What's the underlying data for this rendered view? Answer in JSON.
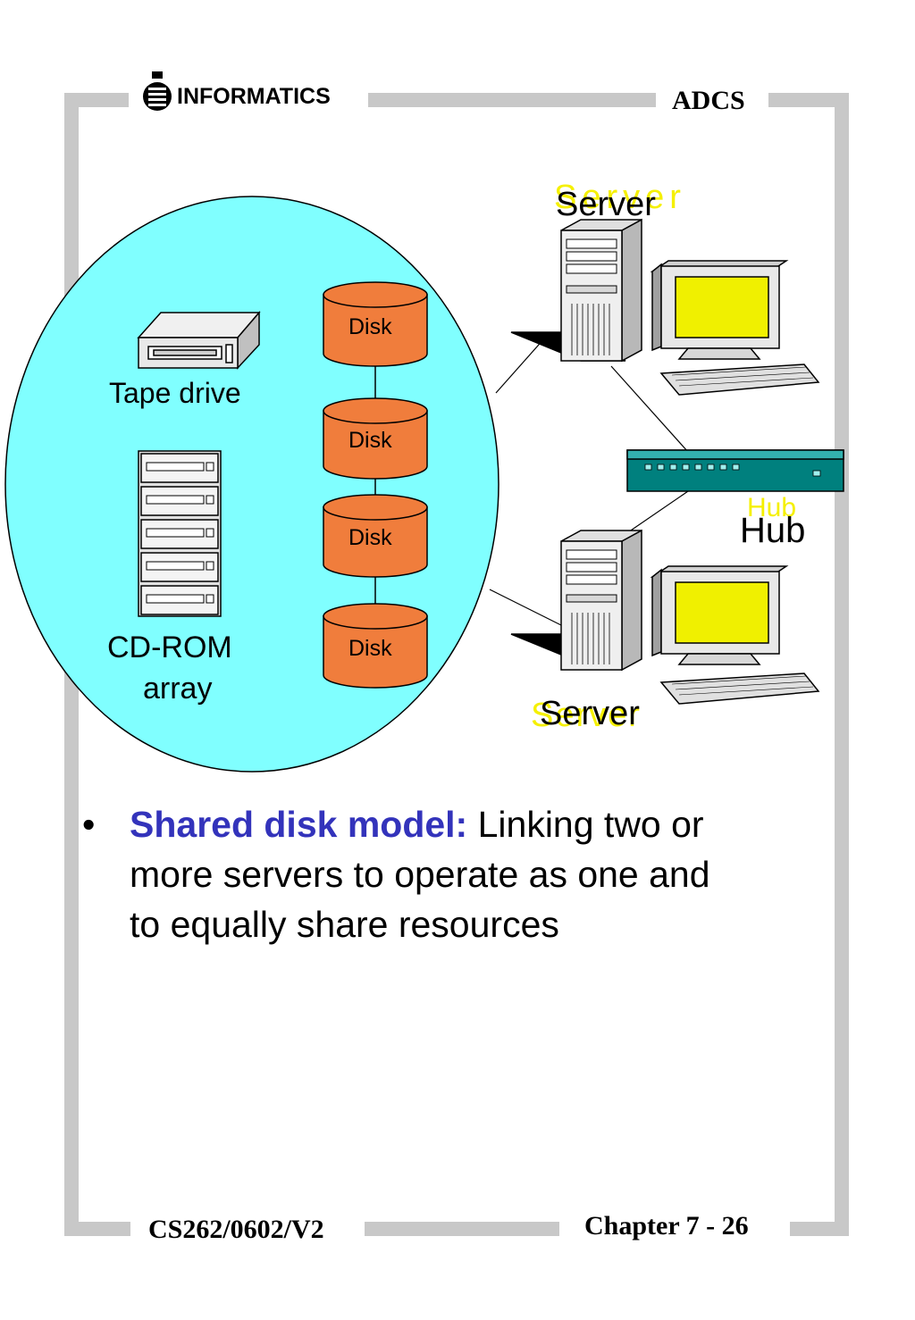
{
  "header": {
    "logo_text": "INFORMATICS",
    "right_text": "ADCS"
  },
  "footer": {
    "left_text": "CS262/0602/V2",
    "right_text": "Chapter 7 - 26"
  },
  "diagram": {
    "tape_drive_label": "Tape drive",
    "cdrom_label_line1": "CD-ROM",
    "cdrom_label_line2": "array",
    "disks": [
      "Disk",
      "Disk",
      "Disk",
      "Disk"
    ],
    "server_top_label": "Server",
    "server_bottom_label": "Server",
    "hub_label": "Hub"
  },
  "bullet": {
    "term": "Shared disk model:",
    "text": " Linking two or more servers to operate as one and to equally share resources"
  },
  "colors": {
    "circle_fill": "#80ffff",
    "disk_fill": "#f07d3c",
    "monitor_screen": "#f0f000",
    "hub_fill": "#00807e",
    "term_color": "#3333bb",
    "shadow_text": "#f5f000"
  }
}
